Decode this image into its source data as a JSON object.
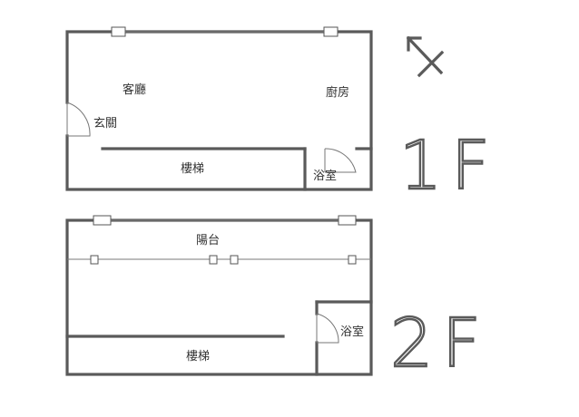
{
  "floor_1": {
    "floor_label": "1F",
    "rooms": {
      "living_room": "客廳",
      "kitchen": "廚房",
      "entrance": "玄關",
      "staircase": "樓梯",
      "bathroom": "浴室"
    }
  },
  "floor_2": {
    "floor_label": "2F",
    "rooms": {
      "balcony": "陽台",
      "bathroom": "浴室",
      "staircase": "樓梯"
    }
  },
  "compass": {
    "icon": "north-arrow-icon"
  }
}
